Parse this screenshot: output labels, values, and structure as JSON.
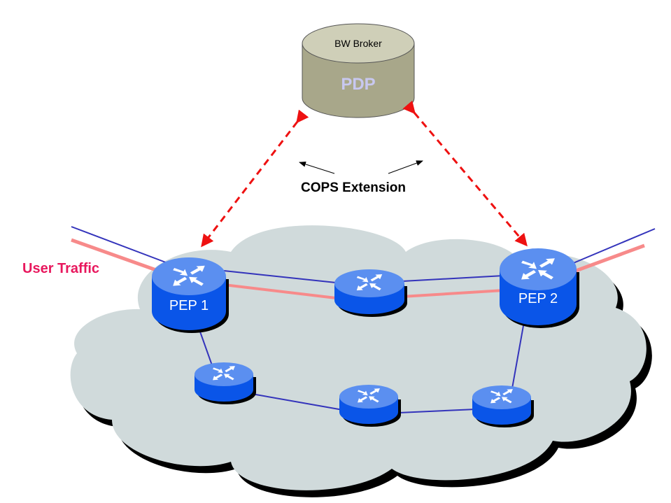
{
  "pdp": {
    "title": "BW Broker",
    "label": "PDP"
  },
  "annotations": {
    "cops": "COPS Extension",
    "user_traffic": "User Traffic"
  },
  "routers": [
    {
      "id": "pep1",
      "label": "PEP 1",
      "role": "policy-enforcement-point"
    },
    {
      "id": "core-top",
      "label": "",
      "role": "core-router"
    },
    {
      "id": "pep2",
      "label": "PEP 2",
      "role": "policy-enforcement-point"
    },
    {
      "id": "bottom-left",
      "label": "",
      "role": "core-router"
    },
    {
      "id": "bottom-mid",
      "label": "",
      "role": "core-router"
    },
    {
      "id": "bottom-right",
      "label": "",
      "role": "core-router"
    }
  ],
  "links": [
    {
      "from": "pep1",
      "to": "core-top",
      "type": "network"
    },
    {
      "from": "core-top",
      "to": "pep2",
      "type": "network"
    },
    {
      "from": "pep1",
      "to": "bottom-left",
      "type": "network"
    },
    {
      "from": "bottom-left",
      "to": "bottom-mid",
      "type": "network"
    },
    {
      "from": "bottom-mid",
      "to": "bottom-right",
      "type": "network"
    },
    {
      "from": "bottom-right",
      "to": "pep2",
      "type": "network"
    },
    {
      "from": "pep1",
      "to": "core-top",
      "type": "user-traffic"
    },
    {
      "from": "core-top",
      "to": "pep2",
      "type": "user-traffic"
    },
    {
      "from": "pdp",
      "to": "pep1",
      "type": "cops-signaling"
    },
    {
      "from": "pdp",
      "to": "pep2",
      "type": "cops-signaling"
    }
  ],
  "colors": {
    "cylinder_body": "#a8a78a",
    "cylinder_top": "#cfcfb8",
    "pdp_text": "#c8c8f0",
    "router_top": "#5b8ff0",
    "router_side": "#0a55e8",
    "cloud": "#d0dadb",
    "network_link": "#3333bb",
    "traffic_link": "#f78a8a",
    "cops_arrow": "#ee1111",
    "user_traffic_text": "#e8175d"
  }
}
